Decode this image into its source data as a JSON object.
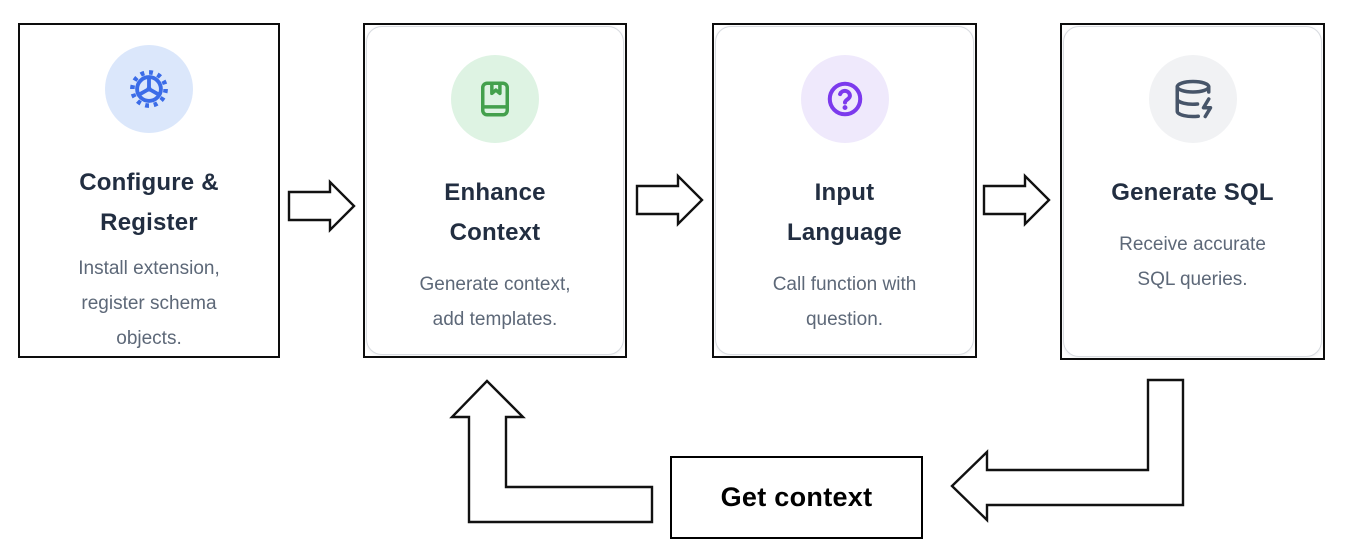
{
  "diagram": {
    "steps": [
      {
        "id": "configure-register",
        "title": "Configure &\nRegister",
        "description": "Install extension,\nregister schema\nobjects.",
        "icon": "gear-icon",
        "icon_color": "#3b6ce8",
        "icon_bg": "#dbe7fb"
      },
      {
        "id": "enhance-context",
        "title": "Enhance\nContext",
        "description": "Generate context,\nadd templates.",
        "icon": "book-bookmark-icon",
        "icon_color": "#44a04d",
        "icon_bg": "#def3e3"
      },
      {
        "id": "input-language",
        "title": "Input\nLanguage",
        "description": "Call function with\nquestion.",
        "icon": "question-circle-icon",
        "icon_color": "#7c3aed",
        "icon_bg": "#efe9fc"
      },
      {
        "id": "generate-sql",
        "title": "Generate SQL",
        "description": "Receive accurate\nSQL queries.",
        "icon": "database-zap-icon",
        "icon_color": "#475569",
        "icon_bg": "#f1f2f4"
      }
    ],
    "loop_label": "Get context",
    "colors": {
      "card_border": "#0d0d0d",
      "arrow_outline": "#111111",
      "arrow_fill": "#ffffff",
      "title_text": "#222e41",
      "description_text": "#5d6878",
      "loop_text": "#000000"
    }
  }
}
